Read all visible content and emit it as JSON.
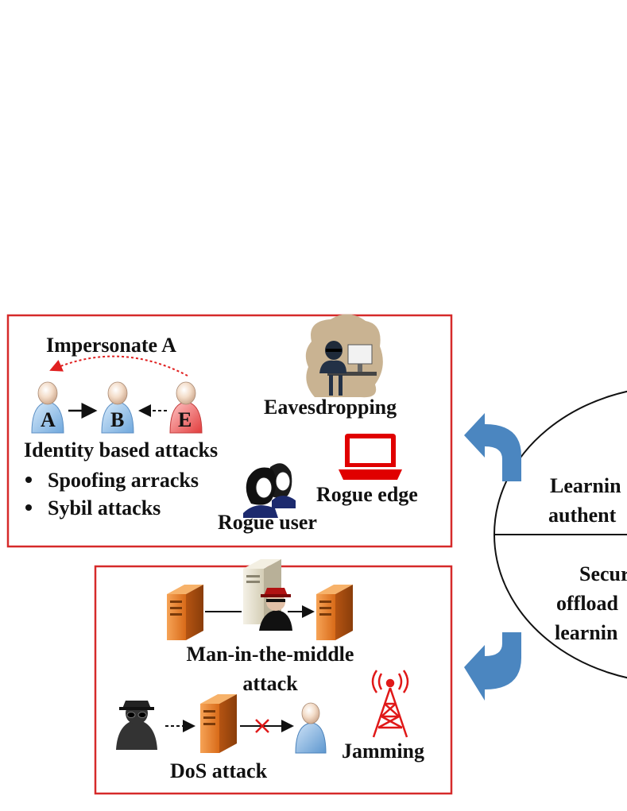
{
  "colors": {
    "frame": "#d62a2a",
    "arrow": "#4b86c0",
    "attacker": "#ff0000"
  },
  "panel_top": {
    "impersonate_label": "Impersonate A",
    "user_a": "A",
    "user_b": "B",
    "user_e": "E",
    "identity_title": "Identity based attacks",
    "bullets": [
      "Spoofing arracks",
      "Sybil attacks"
    ],
    "eavesdropping": "Eavesdropping",
    "rogue_edge": "Rogue edge",
    "rogue_user": "Rogue user"
  },
  "panel_bottom": {
    "mitm_line1": "Man-in-the-middle",
    "mitm_line2": "attack",
    "dos": "DoS attack",
    "jamming": "Jamming"
  },
  "ellipse": {
    "top_lines": [
      "Learnin",
      "authent"
    ],
    "bottom_lines": [
      "Secure",
      "offload",
      "learnin"
    ]
  },
  "icons": [
    "person-icon",
    "hacker-icon",
    "laptop-icon",
    "users-icon",
    "server-icon",
    "spy-server-icon",
    "spy-icon",
    "antenna-icon",
    "curved-arrow-icon"
  ]
}
